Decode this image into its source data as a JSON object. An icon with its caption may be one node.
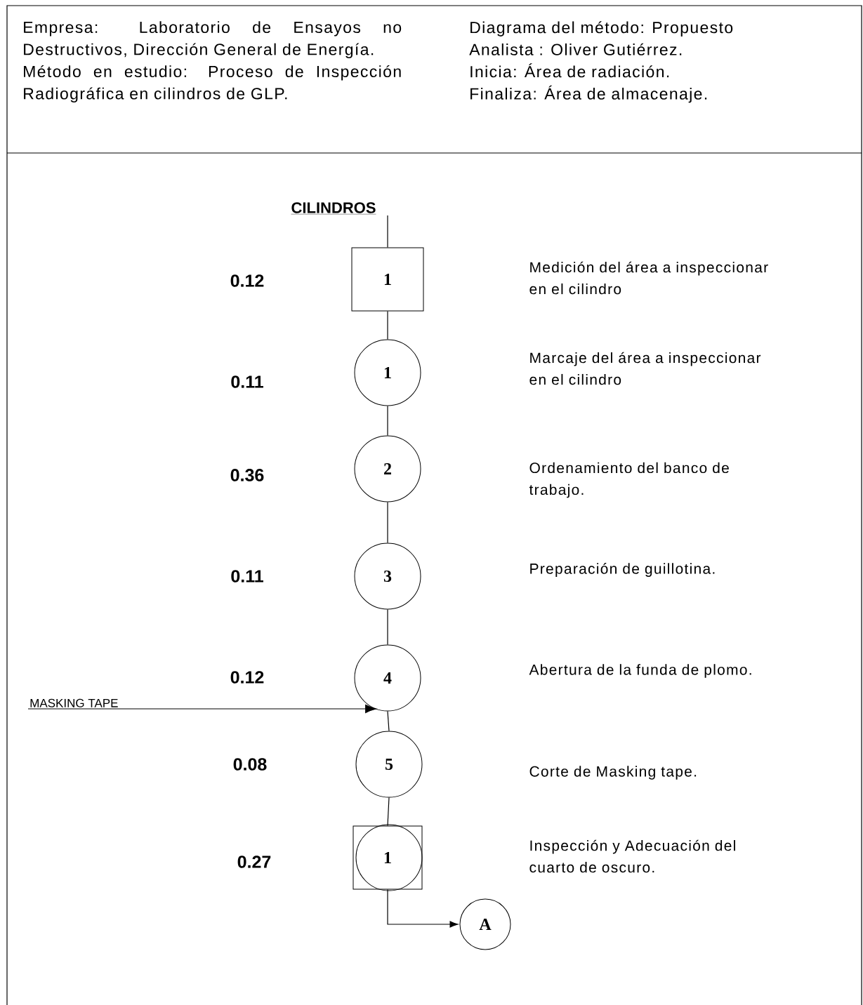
{
  "diagram": {
    "nodes": [
      {
        "text": [
          "CILINDROS"
        ]
      },
      {
        "text": [
          "1"
        ]
      },
      {
        "text": [
          "1"
        ]
      },
      {
        "text": [
          "2"
        ]
      },
      {
        "text": [
          "3"
        ]
      },
      {
        "text": [
          "4"
        ]
      },
      {
        "text": [
          "5"
        ]
      },
      {
        "text": [
          "1"
        ]
      },
      {
        "text": [
          "A"
        ]
      },
      {
        "text": [
          "MASKING TAPE"
        ]
      }
    ],
    "edges": [
      {
        "from": 0,
        "to": 1,
        "arrow": "none"
      },
      {
        "from": 1,
        "to": 2,
        "arrow": "none"
      },
      {
        "from": 2,
        "to": 3,
        "arrow": "none"
      },
      {
        "from": 3,
        "to": 4,
        "arrow": "none"
      },
      {
        "from": 4,
        "to": 5,
        "arrow": "none"
      },
      {
        "from": 5,
        "to": 6,
        "arrow": "none"
      },
      {
        "from": 6,
        "to": 7,
        "arrow": "none"
      },
      {
        "from": 7,
        "to": 8,
        "arrow": "to"
      },
      {
        "from": 9,
        "to": 5,
        "arrow": "to"
      }
    ],
    "labels": [
      "Empresa: Laboratorio de Ensayos no Destructivos, Dirección General de Energía.",
      "Método en estudio: Proceso de Inspección Radiográfica en cilindros de GLP.",
      "Diagrama del método: Propuesto",
      "Analista : Oliver Gutiérrez.",
      "Inicia: Área de radiación.",
      "Finaliza: Área de almacenaje.",
      "0.12",
      "Medición del área a inspeccionar en el cilindro",
      "0.11",
      "Marcaje del área a inspeccionar en el cilindro",
      "0.36",
      "Ordenamiento del banco de trabajo.",
      "0.11",
      "Preparación de guillotina.",
      "0.12",
      "Abertura de la funda de plomo.",
      "0.08",
      "Corte de Masking tape.",
      "0.27",
      "Inspección y Adecuación del cuarto de oscuro."
    ]
  }
}
